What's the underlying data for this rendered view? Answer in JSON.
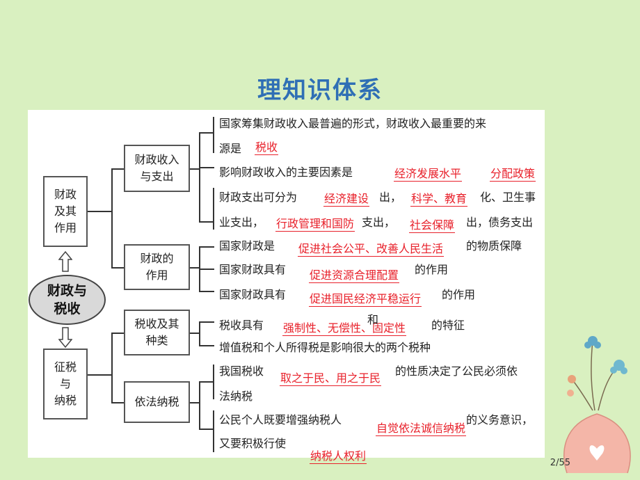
{
  "title": "理知识体系",
  "page_number": "2/55",
  "colors": {
    "background": "#d9f0c0",
    "title": "#2f6fb5",
    "answer": "#e8202a"
  },
  "center": {
    "line1": "财政与",
    "line2": "税收"
  },
  "left": {
    "top": {
      "line1": "财政",
      "line2": "及其",
      "line3": "作用"
    },
    "bottom": {
      "line1": "征税",
      "line2": "与",
      "line3": "纳税"
    }
  },
  "mid": {
    "box1": {
      "line1": "财政收入",
      "line2": "与支出"
    },
    "box2": {
      "line1": "财政的",
      "line2": "作用"
    },
    "box3": {
      "line1": "税收及其",
      "line2": "种类"
    },
    "box4": {
      "line1": "依法纳税"
    }
  },
  "items": {
    "i1a": "国家筹集财政收入最普遍的形式，财政收入最重要的来",
    "i1b": "源是",
    "i2": "影响财政收入的主要因素是",
    "i3a": "财政支出可分为",
    "i3b": "出，",
    "i3c": "化、卫生事",
    "i4a": "业支出，",
    "i4b": "支出，",
    "i4c": "出，债务支出",
    "i5a": "国家财政是",
    "i5b": "的物质保障",
    "i6a": "国家财政具有",
    "i6b": "的作用",
    "i7a": "国家财政具有",
    "i7b": "的作用",
    "i8a": "税收具有",
    "i8b": "和",
    "i8c": "的特征",
    "i9": "增值税和个人所得税是影响很大的两个税种",
    "i10a": "我国税收",
    "i10b": "的性质决定了公民必须依",
    "i11": "法纳税",
    "i12a": "公民个人既要增强纳税人",
    "i12b": "的义务意识，",
    "i13": "又要积极行使"
  },
  "answers": {
    "a1": "税收",
    "a2": "经济发展水平",
    "a3": "分配政策",
    "a4": "经济建设",
    "a5": "科学、教育",
    "a6": "行政管理和国防",
    "a7": "社会保障",
    "a8": "促进社会公平、改善人民生活",
    "a9": "促进资源合理配置",
    "a10": "促进国民经济平稳运行",
    "a11": "强制性、无偿性、固定性",
    "a12": "取之于民、用之于民",
    "a13": "自觉依法诚信纳税",
    "a14": "纳税人权利"
  }
}
